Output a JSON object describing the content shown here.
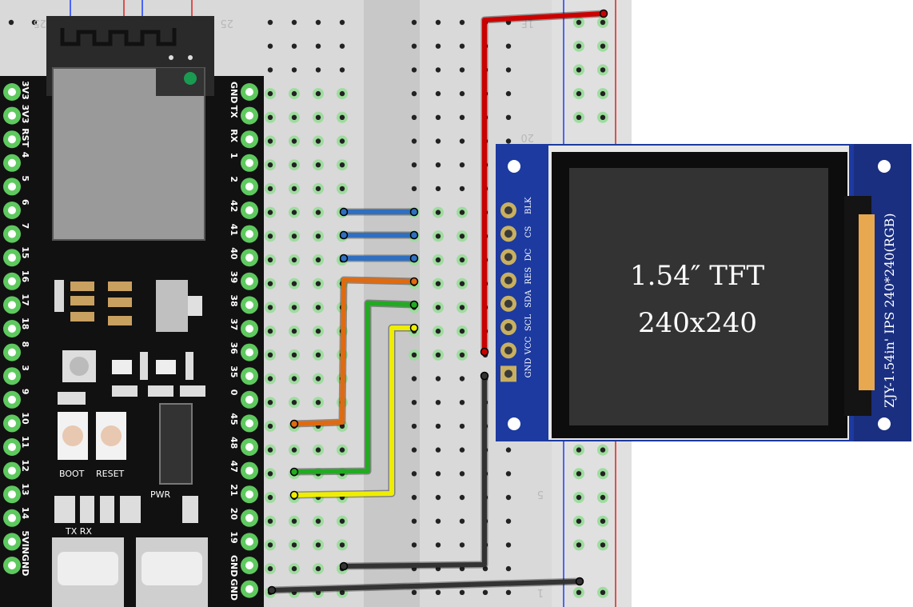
{
  "breadboard": {
    "row_numbers": [
      "25",
      "20",
      "5",
      "1",
      "1F"
    ]
  },
  "esp32": {
    "left_pins": [
      "3V3",
      "3V3",
      "RST",
      "4",
      "5",
      "6",
      "7",
      "15",
      "16",
      "17",
      "18",
      "8",
      "3",
      "9",
      "10",
      "11",
      "12",
      "13",
      "14",
      "5VIN",
      "GND"
    ],
    "right_pins": [
      "GND",
      "TX",
      "RX",
      "1",
      "2",
      "42",
      "41",
      "40",
      "39",
      "38",
      "37",
      "36",
      "35",
      "0",
      "45",
      "48",
      "47",
      "21",
      "20",
      "19",
      "GND",
      "GND"
    ],
    "buttons": [
      "BOOT",
      "RESET"
    ],
    "pwr_label": "PWR",
    "txrx_label": "TX RX"
  },
  "tft": {
    "pins": [
      "BLK",
      "CS",
      "DC",
      "RES",
      "SDA",
      "SCL",
      "VCC",
      "GND"
    ],
    "screen_line1": "1.54″ TFT",
    "screen_line2": "240x240",
    "side_label": "ZJY-1.54in' IPS 240*240(RGB)"
  },
  "wires": [
    {
      "color": "#cc0000",
      "name": "vcc-wire"
    },
    {
      "color": "#333333",
      "name": "gnd-wire"
    },
    {
      "color": "#2f6fc0",
      "name": "spi-wire"
    },
    {
      "color": "#e06a10",
      "name": "res-wire"
    },
    {
      "color": "#22aa22",
      "name": "sda-wire"
    },
    {
      "color": "#eeee00",
      "name": "scl-wire"
    }
  ]
}
